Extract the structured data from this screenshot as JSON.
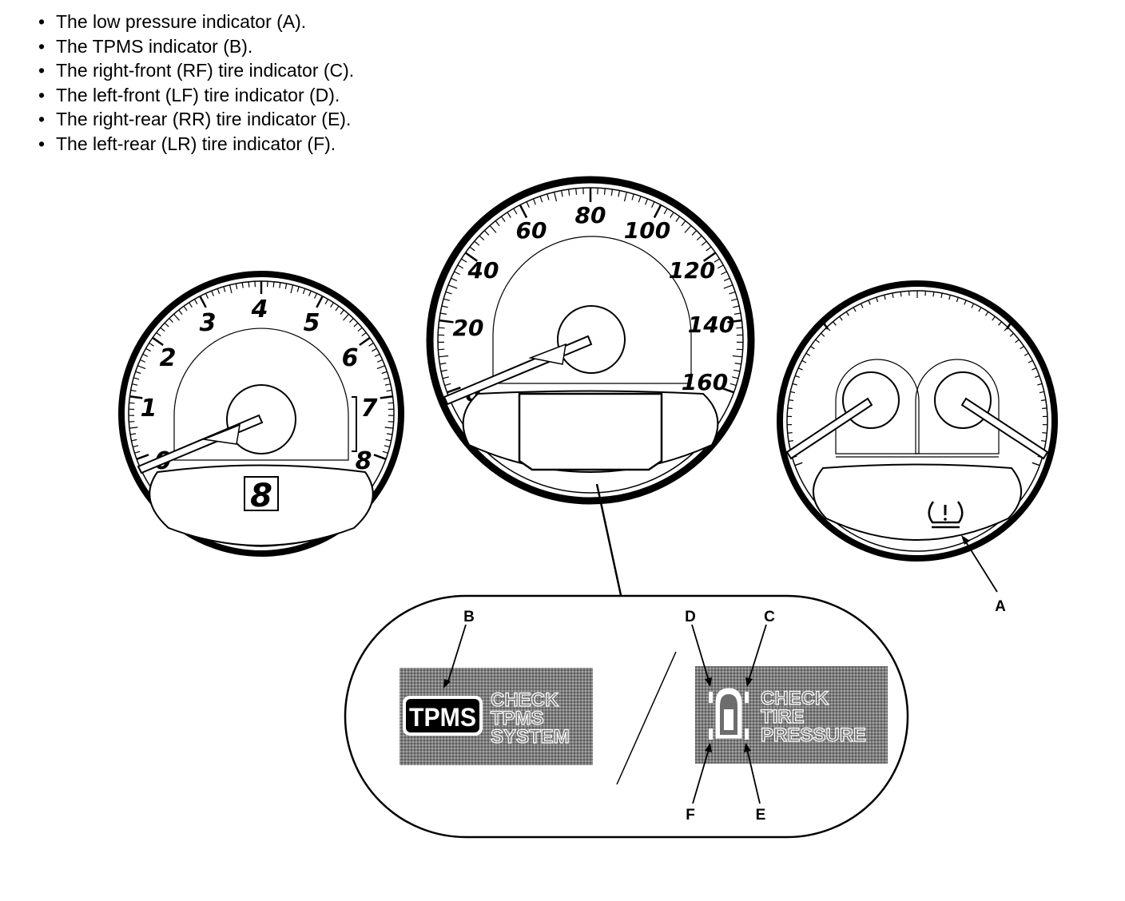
{
  "bullets": [
    "The low pressure indicator (A).",
    "The TPMS indicator (B).",
    "The right-front (RF) tire indicator (C).",
    "The left-front (LF) tire indicator (D).",
    "The right-rear (RR) tire indicator (E).",
    "The left-rear (LR) tire indicator (F)."
  ],
  "bullet_symbol": "•",
  "tachometer": {
    "labels": [
      "0",
      "1",
      "2",
      "3",
      "4",
      "5",
      "6",
      "7",
      "8"
    ],
    "gear_display": "8"
  },
  "speedometer": {
    "labels": [
      "0",
      "20",
      "40",
      "60",
      "80",
      "100",
      "120",
      "140",
      "160"
    ]
  },
  "right_gauge": {
    "indicator_icon": "tpms-low-pressure-icon"
  },
  "callouts": {
    "a": "A",
    "b": "B",
    "c": "C",
    "d": "D",
    "e": "E",
    "f": "F"
  },
  "tpms_panel": {
    "badge": "TPMS",
    "line1": "CHECK",
    "line2": "TPMS",
    "line3": "SYSTEM"
  },
  "tire_panel": {
    "line1": "CHECK",
    "line2": "TIRE",
    "line3": "PRESSURE"
  }
}
